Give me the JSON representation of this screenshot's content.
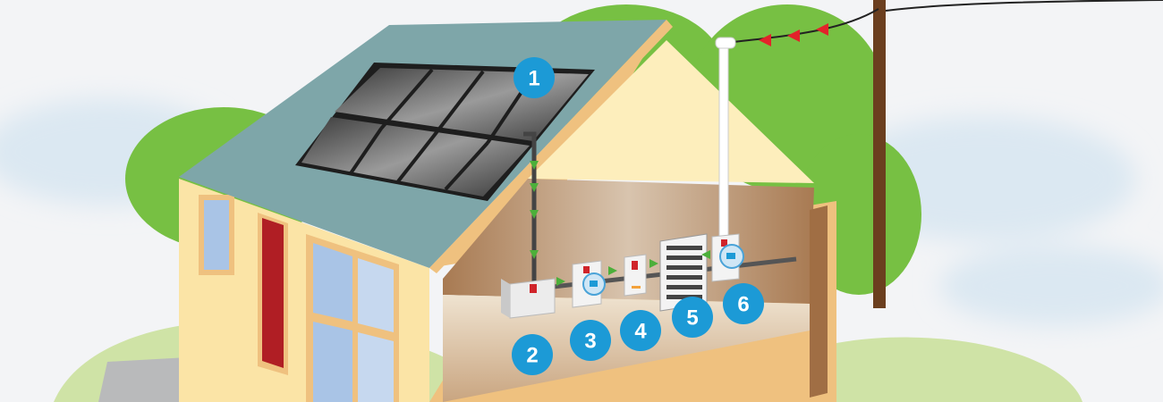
{
  "diagram": {
    "badges": [
      {
        "label": "1"
      },
      {
        "label": "2"
      },
      {
        "label": "3"
      },
      {
        "label": "4"
      },
      {
        "label": "5"
      },
      {
        "label": "6"
      }
    ]
  },
  "colors": {
    "background": "#f3f4f6",
    "badge": "#1c9ad6",
    "roof": "#7ea6a9",
    "wall": "#fbe4a6",
    "trim": "#efc17f",
    "interior": "#b98a5e",
    "door": "#b01e24",
    "pole": "#6b3f1f",
    "arrow_solar": "#4caf3a",
    "arrow_grid": "#e3232a"
  }
}
